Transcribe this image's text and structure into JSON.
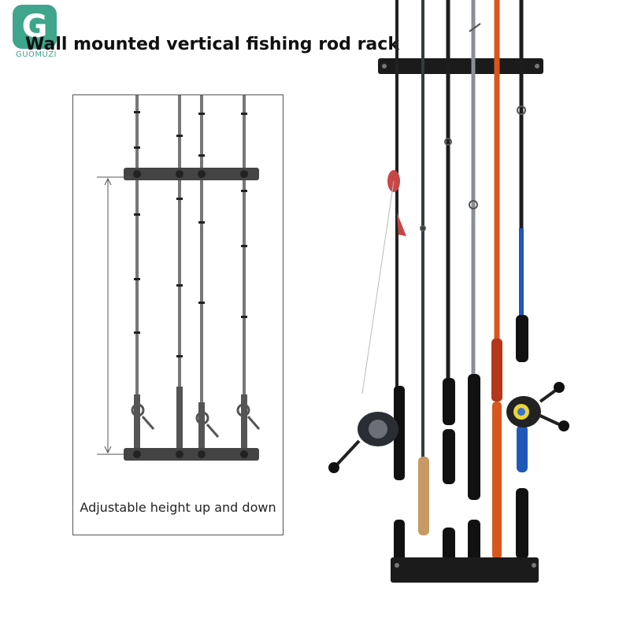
{
  "brand": {
    "logo_letter": "G",
    "logo_text": "GUOMUZI",
    "color": "#3fa58c"
  },
  "headline": "Wall mounted vertical fishing rod rack",
  "diagram": {
    "caption": "Adjustable height up and down"
  },
  "colors": {
    "rack": "#1b1b1b",
    "rod_orange": "#d9551e",
    "rod_blue": "#1f58b8",
    "cork": "#c69a62",
    "grip": "#111111"
  }
}
